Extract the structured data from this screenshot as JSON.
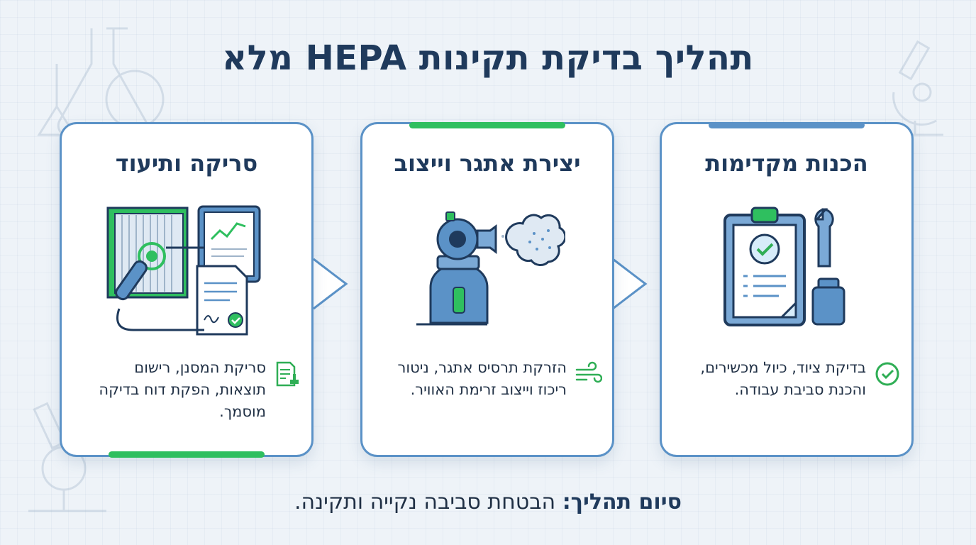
{
  "title": "תהליך בדיקת תקינות HEPA מלא",
  "steps": [
    {
      "title": "הכנות מקדימות",
      "body": "בדיקת ציוד, כיול מכשירים, והכנת סביבת עבודה.",
      "icon": "check-circle-icon",
      "illustration": "clipboard-wrench-weight-illustration"
    },
    {
      "title": "יצירת אתגר וייצוב",
      "body": "הזרקת תרסיס אתגר, ניטור ריכוז וייצוב זרימת האוויר.",
      "icon": "airflow-icon",
      "illustration": "aerosol-generator-illustration"
    },
    {
      "title": "סריקה ותיעוד",
      "body": "סריקת המסנן, רישום תוצאות, הפקת דוח בדיקה מוסמך.",
      "icon": "document-stamp-icon",
      "illustration": "filter-scan-report-illustration"
    }
  ],
  "footer": {
    "label": "סיום תהליך:",
    "text": " הבטחת סביבה נקייה ותקינה."
  },
  "colors": {
    "title": "#1f3a5c",
    "card_border": "#5b92c7",
    "accent_blue": "#5b92c7",
    "accent_green": "#2fbf5f",
    "icon_green": "#2fae55"
  }
}
